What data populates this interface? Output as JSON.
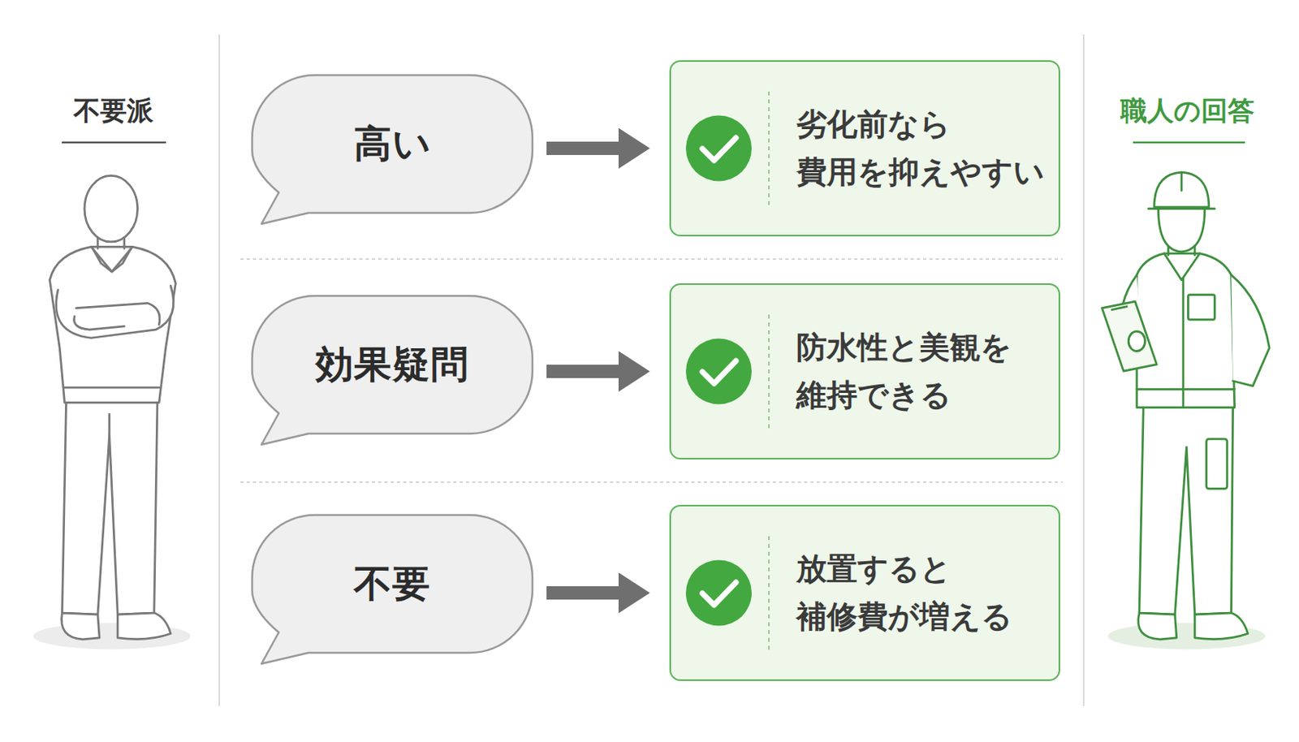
{
  "diagram": {
    "nodes": [
      {
        "text": [
          "高い"
        ]
      },
      {
        "text": [
          "劣化前なら 費用を抑えやすい"
        ]
      },
      {
        "text": [
          "効果疑問"
        ]
      },
      {
        "text": [
          "防水性と美観を 維持できる"
        ]
      },
      {
        "text": [
          "不要"
        ]
      },
      {
        "text": [
          "放置すると 補修費が増える"
        ]
      }
    ],
    "edges": [
      {
        "from": 0,
        "to": 1,
        "arrow": "to"
      },
      {
        "from": 2,
        "to": 3,
        "arrow": "to"
      },
      {
        "from": 4,
        "to": 5,
        "arrow": "to"
      }
    ],
    "labels": [
      "不要派",
      "職人の回答"
    ]
  }
}
